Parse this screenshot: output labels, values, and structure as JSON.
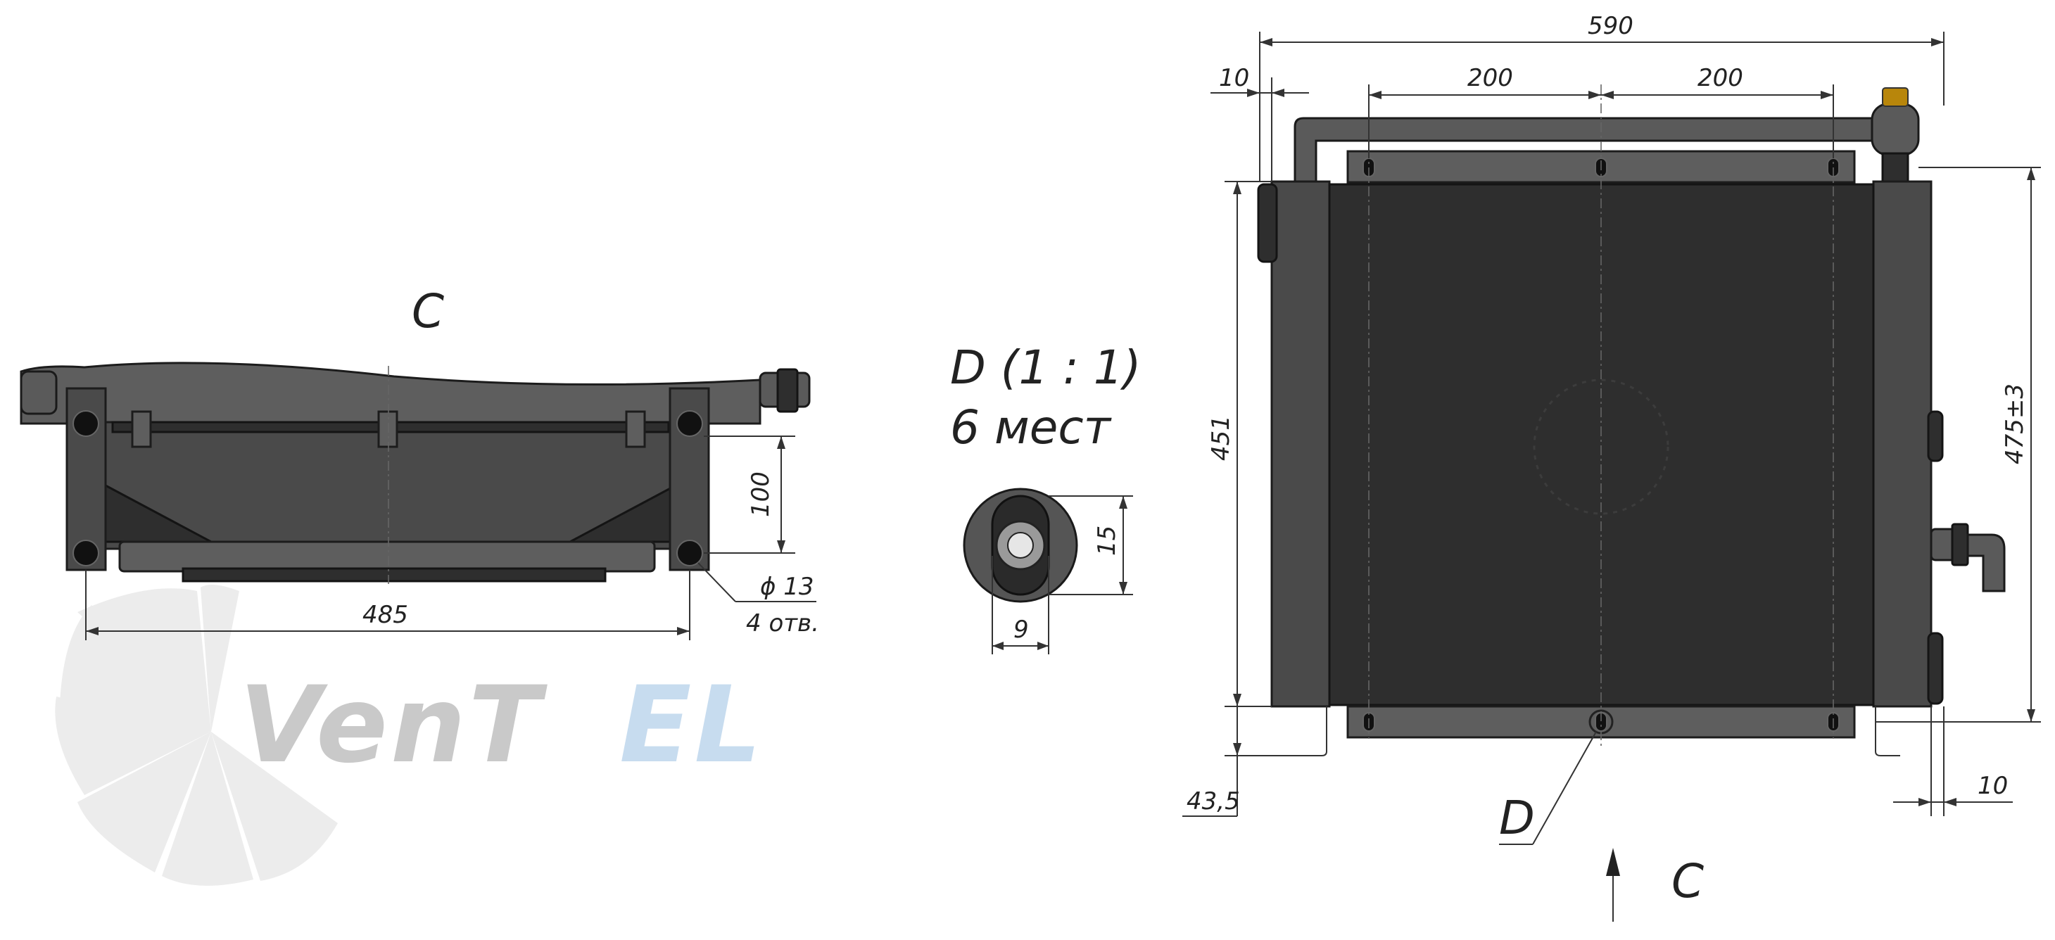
{
  "views": {
    "side": {
      "view_label": "C",
      "dim_width": "485",
      "dim_height": "100",
      "hole_dia": "ϕ 13",
      "hole_count": "4 отв."
    },
    "detail": {
      "title": "D (1 : 1)",
      "count": "6 мест",
      "dim_height": "15",
      "dim_width": "9"
    },
    "front": {
      "dim_overall": "590",
      "dim_left_offset": "10",
      "dim_pitch_1": "200",
      "dim_pitch_2": "200",
      "dim_core_height": "451",
      "dim_total_height": "475±3",
      "dim_bottom": "43,5",
      "dim_right_offset": "10",
      "detail_callout": "D",
      "view_arrow_label": "C"
    }
  },
  "watermark": {
    "text_main": "VenT",
    "text_accent": "EL",
    "color_main": "#c9c9c9",
    "color_accent": "#c7dcef",
    "color_fan": "#ececec"
  }
}
